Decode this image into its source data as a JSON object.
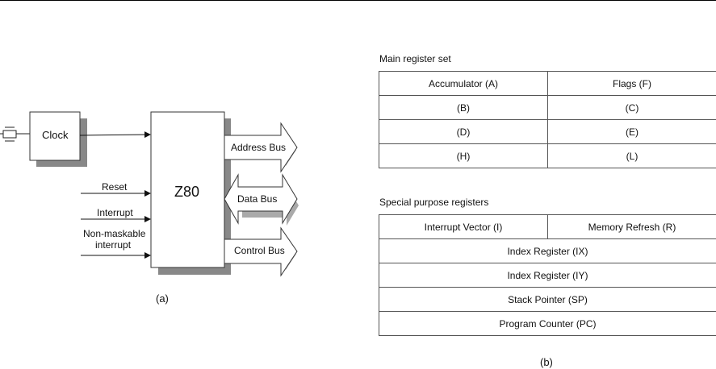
{
  "diagram_a": {
    "clock_label": "Clock",
    "cpu_label": "Z80",
    "inputs": [
      "Reset",
      "Interrupt",
      "Non-maskable",
      "interrupt"
    ],
    "buses": [
      "Address Bus",
      "Data Bus",
      "Control Bus"
    ],
    "caption": "(a)"
  },
  "main_registers": {
    "title": "Main register set",
    "rows": [
      [
        "Accumulator (A)",
        "Flags (F)"
      ],
      [
        "(B)",
        "(C)"
      ],
      [
        "(D)",
        "(E)"
      ],
      [
        "(H)",
        "(L)"
      ]
    ]
  },
  "special_registers": {
    "title": "Special purpose registers",
    "split_row": [
      "Interrupt Vector (I)",
      "Memory Refresh (R)"
    ],
    "full_rows": [
      "Index Register (IX)",
      "Index Register (IY)",
      "Stack Pointer (SP)",
      "Program Counter (PC)"
    ]
  },
  "caption_b": "(b)"
}
